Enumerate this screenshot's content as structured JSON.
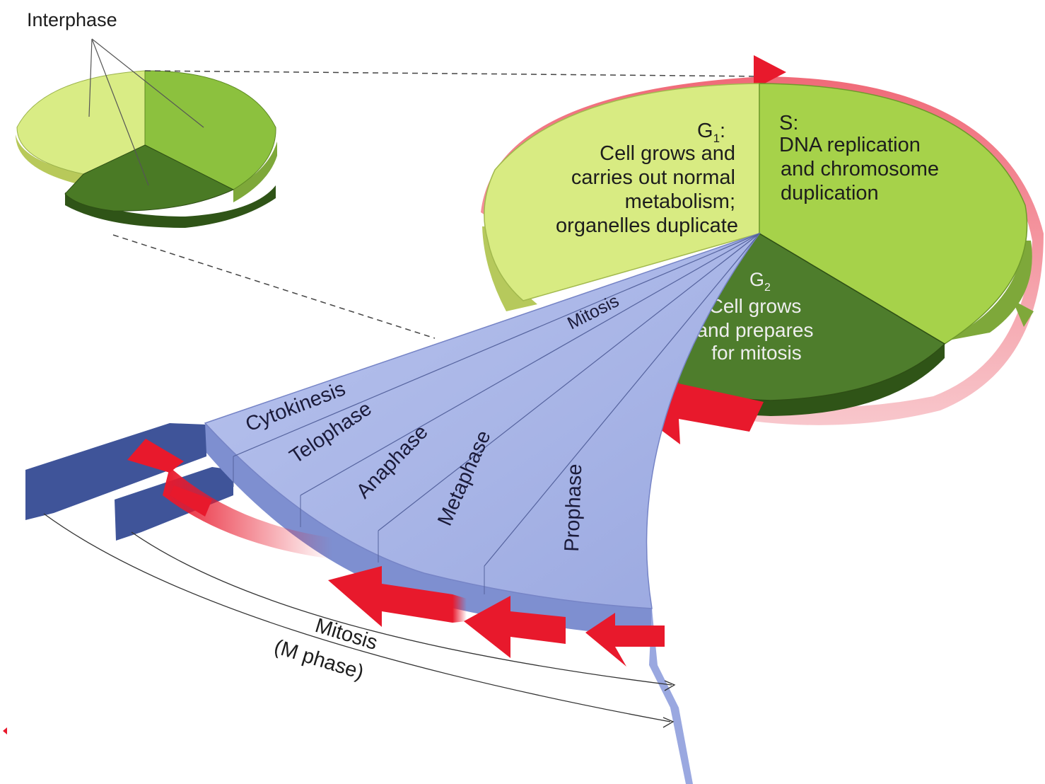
{
  "small_pie": {
    "label": "Interphase"
  },
  "phases": {
    "g1": {
      "title": "G",
      "subscript": "1",
      "title_suffix": ":",
      "lines": [
        "Cell grows and",
        "carries out normal",
        "metabolism;",
        "organelles duplicate"
      ]
    },
    "s": {
      "title": "S:",
      "lines": [
        "DNA replication",
        "and chromosome",
        "duplication"
      ]
    },
    "g2": {
      "title": "G",
      "subscript": "2",
      "lines": [
        "Cell grows",
        "and prepares",
        "for mitosis"
      ]
    }
  },
  "mitosis_fan": {
    "apex_label": "Mitosis",
    "stages": [
      "Cytokinesis",
      "Telophase",
      "Anaphase",
      "Metaphase",
      "Prophase"
    ]
  },
  "bottom_label": {
    "line1": "Mitosis",
    "line2": "(M phase)"
  },
  "colors": {
    "g1": "#d6ea7c",
    "s": "#a6d24a",
    "g2": "#4e7d2c",
    "mitosis": "#aab6e8",
    "mitosis_dark": "#3f5499",
    "arrow": "#e8192c"
  }
}
